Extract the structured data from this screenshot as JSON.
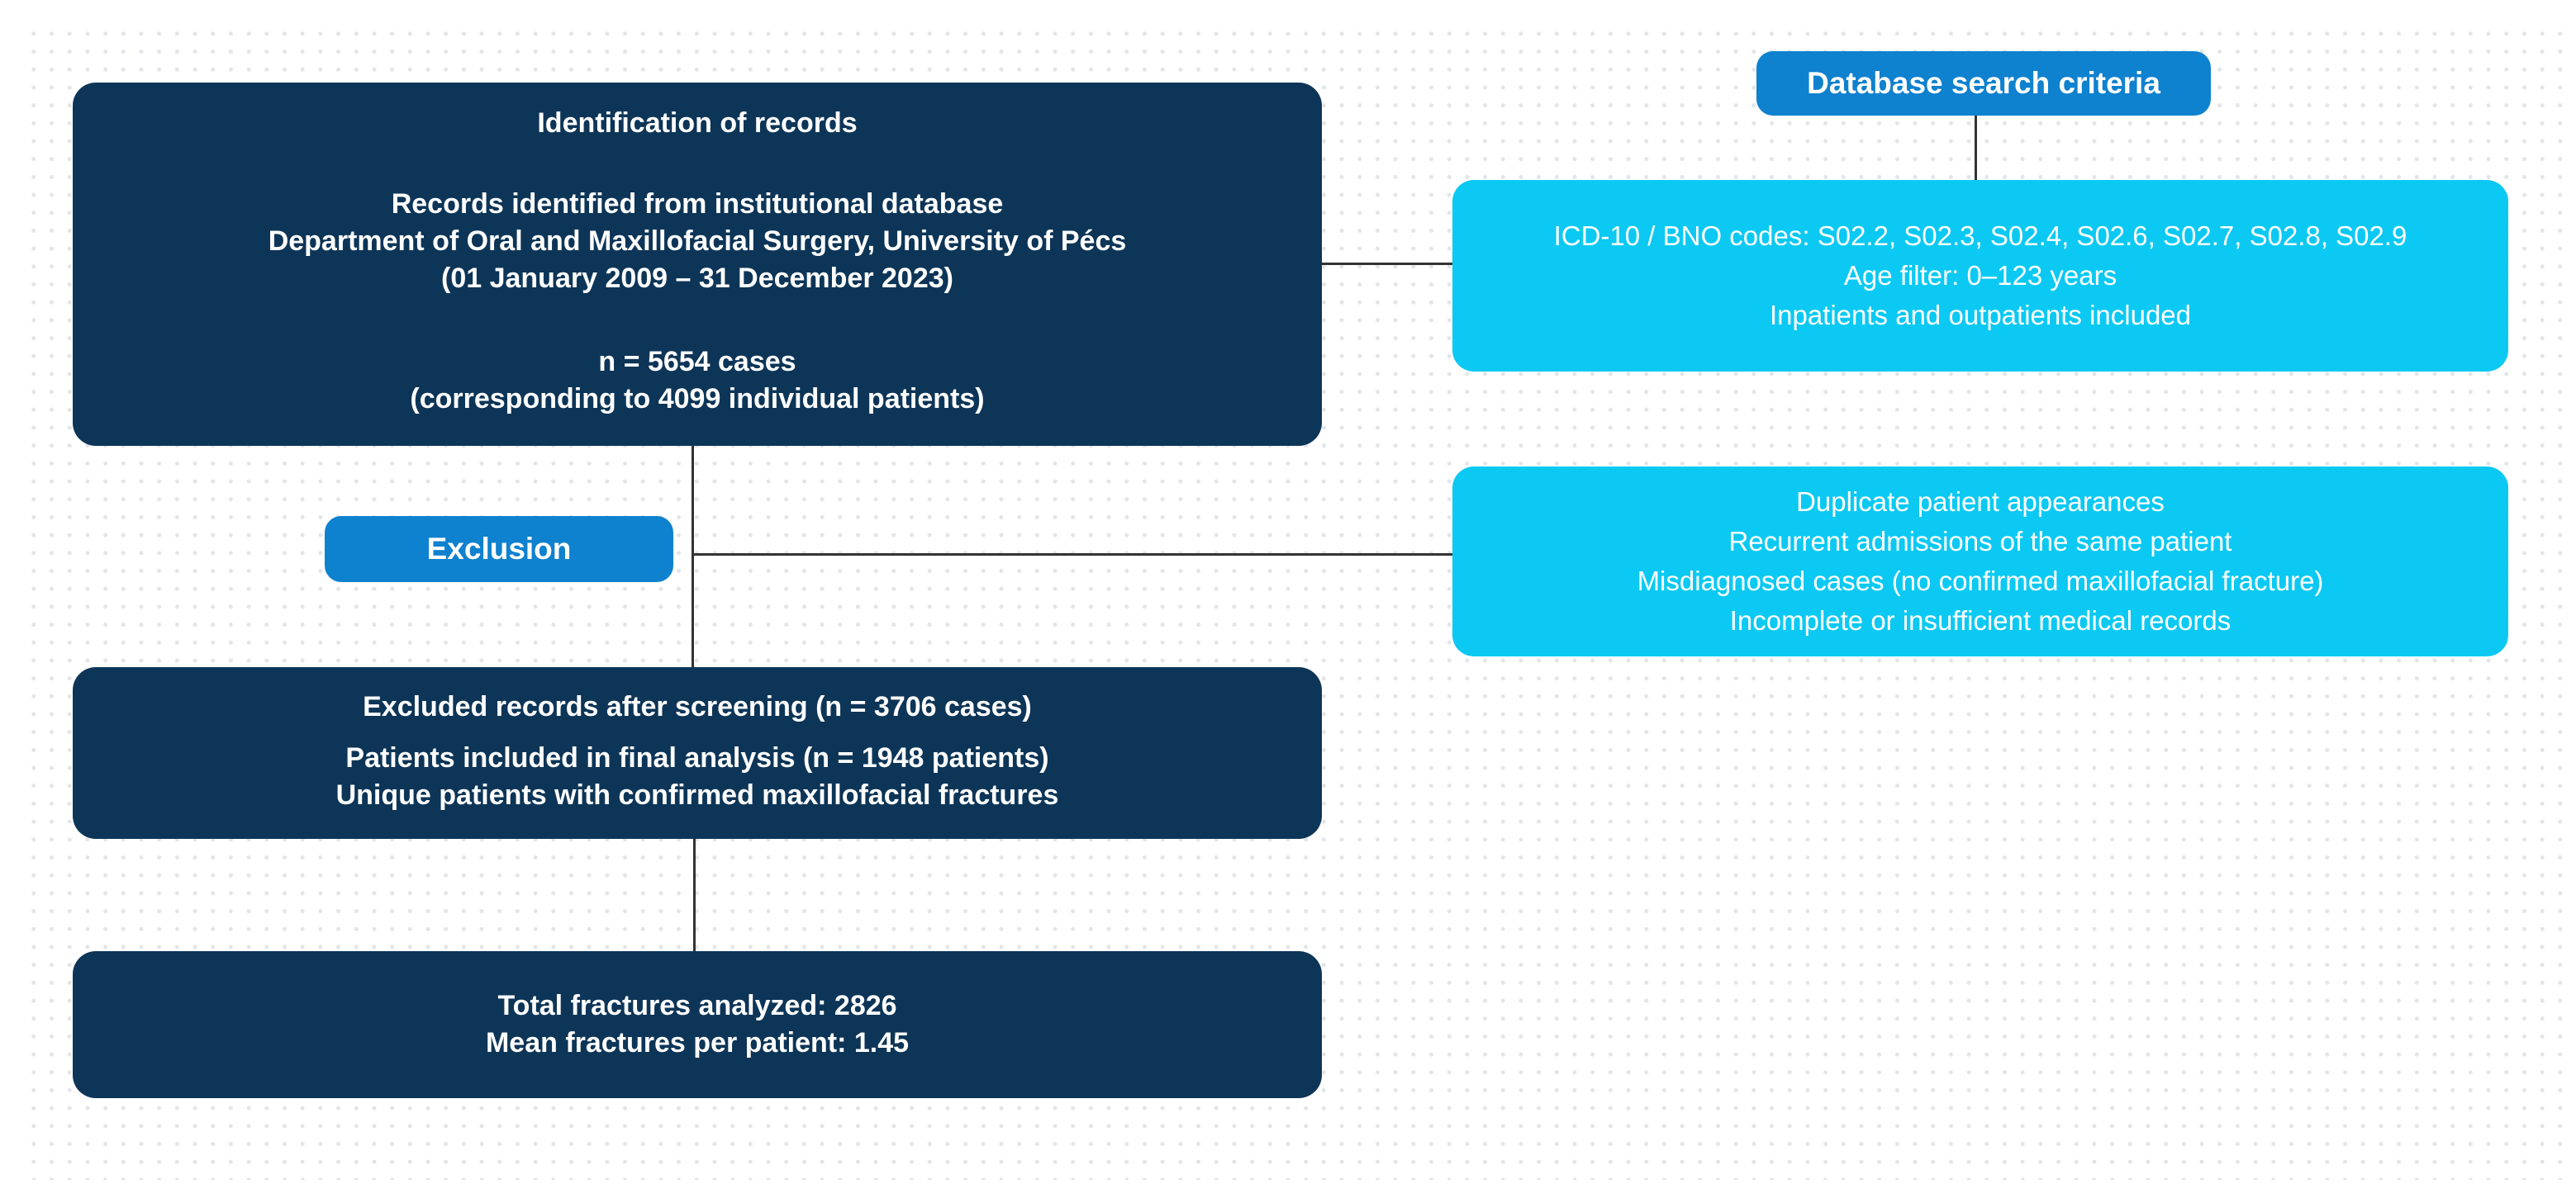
{
  "colors": {
    "navy": "#0d3557",
    "blue_button": "#0e81cf",
    "cyan": "#0bc9f3",
    "connector": "#333333",
    "dot_grid": "#e2e5e9",
    "text": "#ffffff"
  },
  "identification": {
    "title": "Identification of records",
    "source_lines": [
      "Records identified from institutional database",
      "Department of Oral and Maxillofacial Surgery, University of Pécs",
      "(01 January 2009 – 31 December 2023)"
    ],
    "count_lines": [
      "n = 5654 cases",
      "(corresponding to 4099 individual patients)"
    ]
  },
  "db_criteria": {
    "button_label": "Database search criteria",
    "lines": [
      "ICD-10 / BNO codes: S02.2, S02.3, S02.4, S02.6, S02.7, S02.8, S02.9",
      "Age filter: 0–123 years",
      "Inpatients and outpatients included"
    ]
  },
  "exclusion": {
    "button_label": "Exclusion",
    "reasons": [
      "Duplicate patient appearances",
      "Recurrent admissions of the same patient",
      "Misdiagnosed cases (no confirmed maxillofacial fracture)",
      "Incomplete or insufficient medical records"
    ]
  },
  "screening": {
    "excluded_line": "Excluded records after screening (n = 3706 cases)",
    "included_lines": [
      "Patients included in final analysis (n = 1948 patients)",
      "Unique patients with confirmed maxillofacial fractures"
    ]
  },
  "totals": {
    "lines": [
      "Total fractures analyzed: 2826",
      "Mean fractures per patient: 1.45"
    ]
  }
}
